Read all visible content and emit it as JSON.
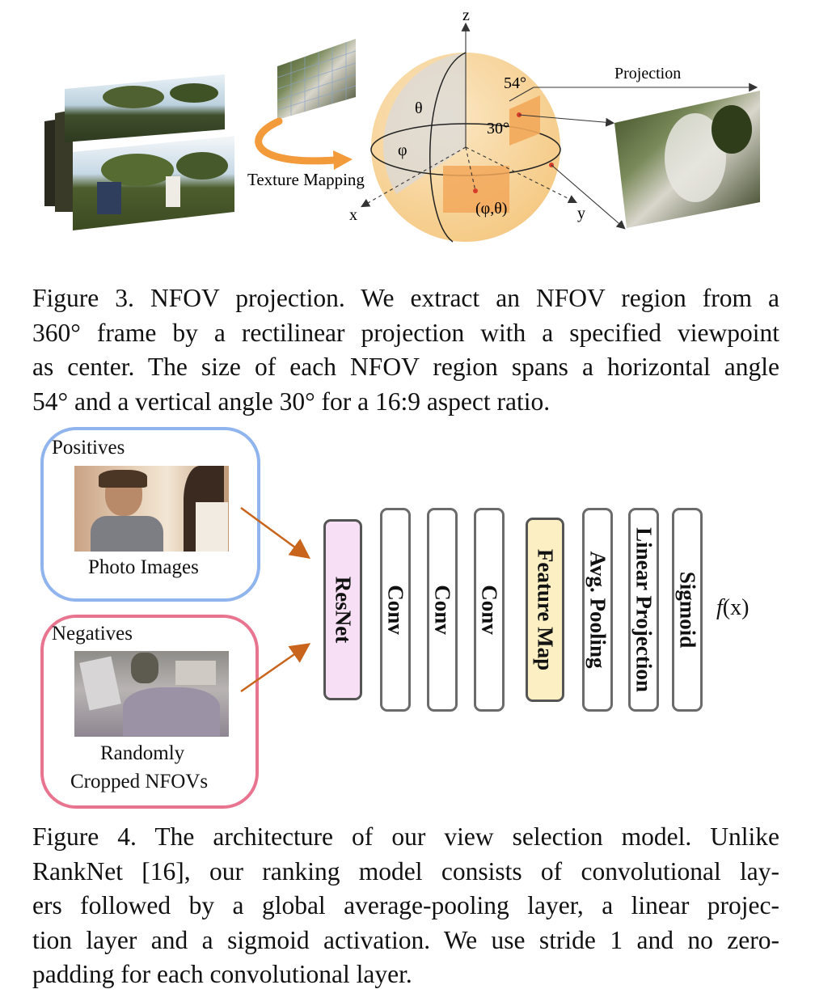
{
  "fig3": {
    "texture_label": "Texture Mapping",
    "projection_label": "Projection",
    "axis_z": "z",
    "axis_x": "x",
    "axis_y": "y",
    "theta": "θ",
    "phi": "φ",
    "h_angle": "54°",
    "v_angle": "30°",
    "point": "(φ,θ)",
    "caption_lines": [
      "Figure 3. NFOV projection.  We extract an NFOV region from a",
      "360° frame by a rectilinear projection with a specified viewpoint",
      "as center. The size of each NFOV region spans a horizontal angle",
      "54° and a vertical angle 30° for a 16:9 aspect ratio."
    ]
  },
  "fig4": {
    "positives_title": "Positives",
    "positives_label": "Photo Images",
    "negatives_title": "Negatives",
    "negatives_label_1": "Randomly",
    "negatives_label_2": "Cropped NFOVs",
    "layers": [
      "ResNet",
      "Conv",
      "Conv",
      "Conv",
      "Feature Map",
      "Avg. Pooling",
      "Linear Projection",
      "Sigmoid"
    ],
    "output_f": "f",
    "output_x": "(x)",
    "caption_lines": [
      "Figure 4. The architecture of our view selection model.  Unlike",
      "RankNet [16], our ranking model consists of convolutional lay-",
      "ers followed by a global average-pooling layer, a linear projec-",
      "tion layer and a sigmoid activation. We use stride 1 and no zero-",
      "padding for each convolutional layer."
    ]
  },
  "colors": {
    "positives_border": "#8fb4ee",
    "negatives_border": "#e8748f",
    "resnet_fill": "#f7dff5",
    "featuremap_fill": "#fbefc3",
    "arrow": "#c8641c",
    "sphere": "#f9d8a2",
    "region": "#f2a85a"
  }
}
